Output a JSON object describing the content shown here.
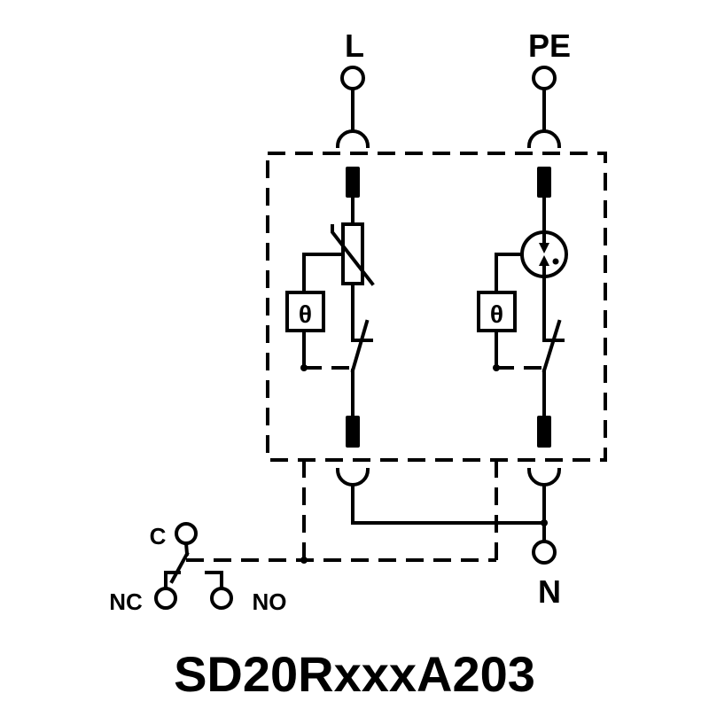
{
  "terminals": {
    "line": "L",
    "protective_earth": "PE",
    "neutral": "N"
  },
  "relay": {
    "common": "C",
    "normally_closed": "NC",
    "normally_open": "NO"
  },
  "thermal_symbol": "θ",
  "model": "SD20RxxxA203",
  "colors": {
    "line": "#000000",
    "background": "#ffffff"
  }
}
